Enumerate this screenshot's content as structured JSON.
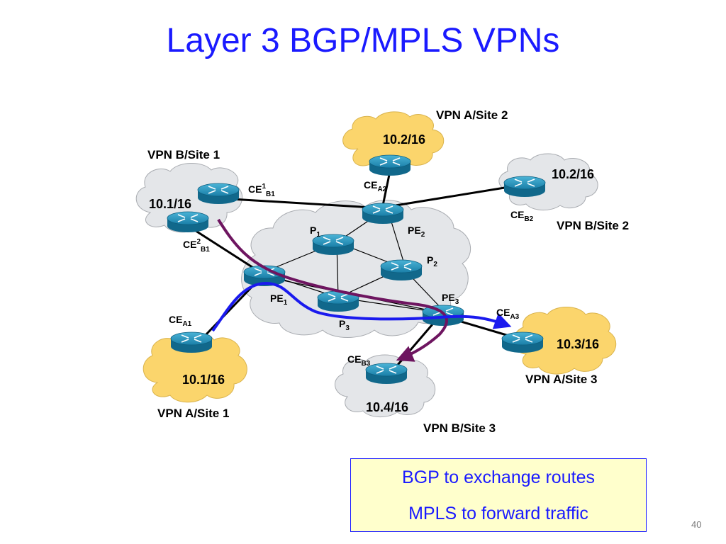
{
  "slide": {
    "title": "Layer 3 BGP/MPLS VPNs",
    "page_number": "40"
  },
  "sites": {
    "vpn_a_site2": {
      "label": "VPN A/Site 2",
      "prefix": "10.2/16"
    },
    "vpn_b_site1": {
      "label": "VPN B/Site 1",
      "prefix": "10.1/16"
    },
    "vpn_b_site2": {
      "label": "VPN B/Site 2",
      "prefix": "10.2/16"
    },
    "vpn_a_site1": {
      "label": "VPN A/Site 1",
      "prefix": "10.1/16"
    },
    "vpn_a_site3": {
      "label": "VPN A/Site 3",
      "prefix": "10.3/16"
    },
    "vpn_b_site3": {
      "label": "VPN B/Site 3",
      "prefix": "10.4/16"
    }
  },
  "devices": {
    "ce1_b1": {
      "base": "CE",
      "sup": "1",
      "sub": "B1"
    },
    "ce2_b1": {
      "base": "CE",
      "sup": "2",
      "sub": "B1"
    },
    "ce_a2": {
      "base": "CE",
      "sub": "A2"
    },
    "ce_b2": {
      "base": "CE",
      "sub": "B2"
    },
    "ce_a1": {
      "base": "CE",
      "sub": "A1"
    },
    "ce_a3": {
      "base": "CE",
      "sub": "A3"
    },
    "ce_b3": {
      "base": "CE",
      "sub": "B3"
    },
    "p1": {
      "base": "P",
      "sub": "1"
    },
    "p2": {
      "base": "P",
      "sub": "2"
    },
    "p3": {
      "base": "P",
      "sub": "3"
    },
    "pe1": {
      "base": "PE",
      "sub": "1"
    },
    "pe2": {
      "base": "PE",
      "sub": "2"
    },
    "pe3": {
      "base": "PE",
      "sub": "3"
    }
  },
  "info_box": {
    "line1": "BGP to exchange routes",
    "line2": "MPLS to forward traffic"
  },
  "colors": {
    "title": "#1a1aff",
    "cloud_yellow": "#fbd56c",
    "cloud_gray": "#e4e6e9",
    "router_teal": "#197fa6",
    "path_blue": "#1a1aee",
    "path_purple": "#6e1560",
    "box_fill": "#ffffcc"
  }
}
